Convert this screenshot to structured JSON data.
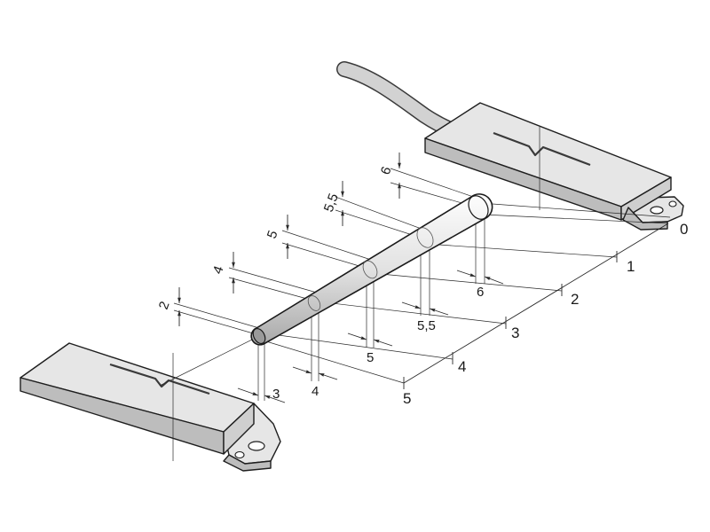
{
  "diagram": {
    "distance_scale": [
      "0",
      "1",
      "2",
      "3",
      "4",
      "5"
    ],
    "offsets": [
      {
        "top": "2",
        "side": "3"
      },
      {
        "top": "4",
        "side": "4"
      },
      {
        "top": "5",
        "side": "5"
      },
      {
        "top": "5,5",
        "side": "5,5"
      },
      {
        "top": "6",
        "side": "6"
      }
    ],
    "colors": {
      "body_top": "#e6e6e6",
      "body_side": "#cfcfcf",
      "body_front": "#bdbdbd",
      "cable": "#d2d2d2",
      "line": "#2a2a2a"
    }
  }
}
